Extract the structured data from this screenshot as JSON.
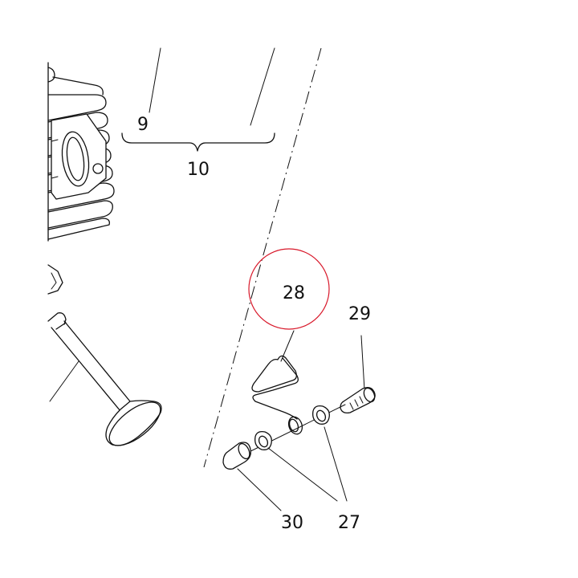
{
  "diagram": {
    "callouts": [
      {
        "id": "9",
        "label": "9"
      },
      {
        "id": "10",
        "label": "10"
      },
      {
        "id": "28",
        "label": "28",
        "highlighted": true
      },
      {
        "id": "29",
        "label": "29"
      },
      {
        "id": "30",
        "label": "30"
      },
      {
        "id": "27",
        "label": "27"
      }
    ],
    "colors": {
      "ink": "#111111",
      "highlight_circle": "#d8182a",
      "background": "#ffffff"
    }
  }
}
